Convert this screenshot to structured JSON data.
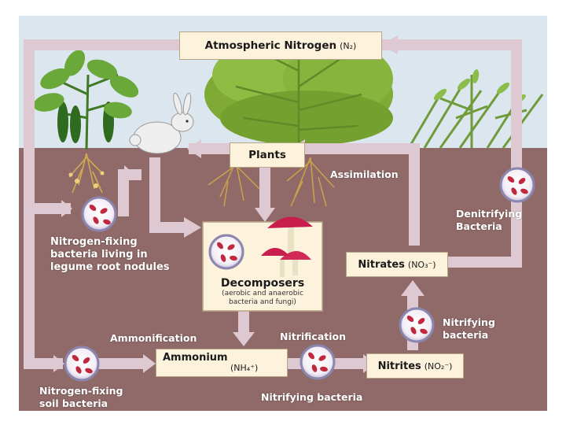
{
  "boxes": {
    "atmospheric": {
      "title": "Atmospheric Nitrogen",
      "formula": "(N₂)"
    },
    "plants": {
      "title": "Plants"
    },
    "decomposers": {
      "title": "Decomposers",
      "subtitle_line1": "(aerobic and anaerobic",
      "subtitle_line2": "bacteria and fungi)"
    },
    "nitrates": {
      "title": "Nitrates",
      "formula": "(NO₃⁻)"
    },
    "ammonium": {
      "title": "Ammonium",
      "formula": "(NH₄⁺)"
    },
    "nitrites": {
      "title": "Nitrites",
      "formula": "(NO₂⁻)"
    }
  },
  "labels": {
    "assimilation": "Assimilation",
    "denitrifying_1": "Denitrifying",
    "denitrifying_2": "Bacteria",
    "legume_1": "Nitrogen-fixing",
    "legume_2": "bacteria living in",
    "legume_3": "legume root nodules",
    "ammonification": "Ammonification",
    "nitrification": "Nitrification",
    "nitrifying_1": "Nitrifying",
    "nitrifying_2": "bacteria",
    "soil_1": "Nitrogen-fixing",
    "soil_2": "soil bacteria",
    "nitrifying_bottom": "Nitrifying bacteria"
  },
  "colors": {
    "sky": "#dce6ee",
    "soil": "#906a68",
    "arrow": "#dec8d2",
    "box_fill": "#fdf2dc",
    "box_border": "#b8a486",
    "bacteria": "#c0283e",
    "plant_green": "#7fae3a",
    "dark_green": "#2f6b1e",
    "root": "#caa24a",
    "mushroom_cap": "#c81e4e"
  }
}
